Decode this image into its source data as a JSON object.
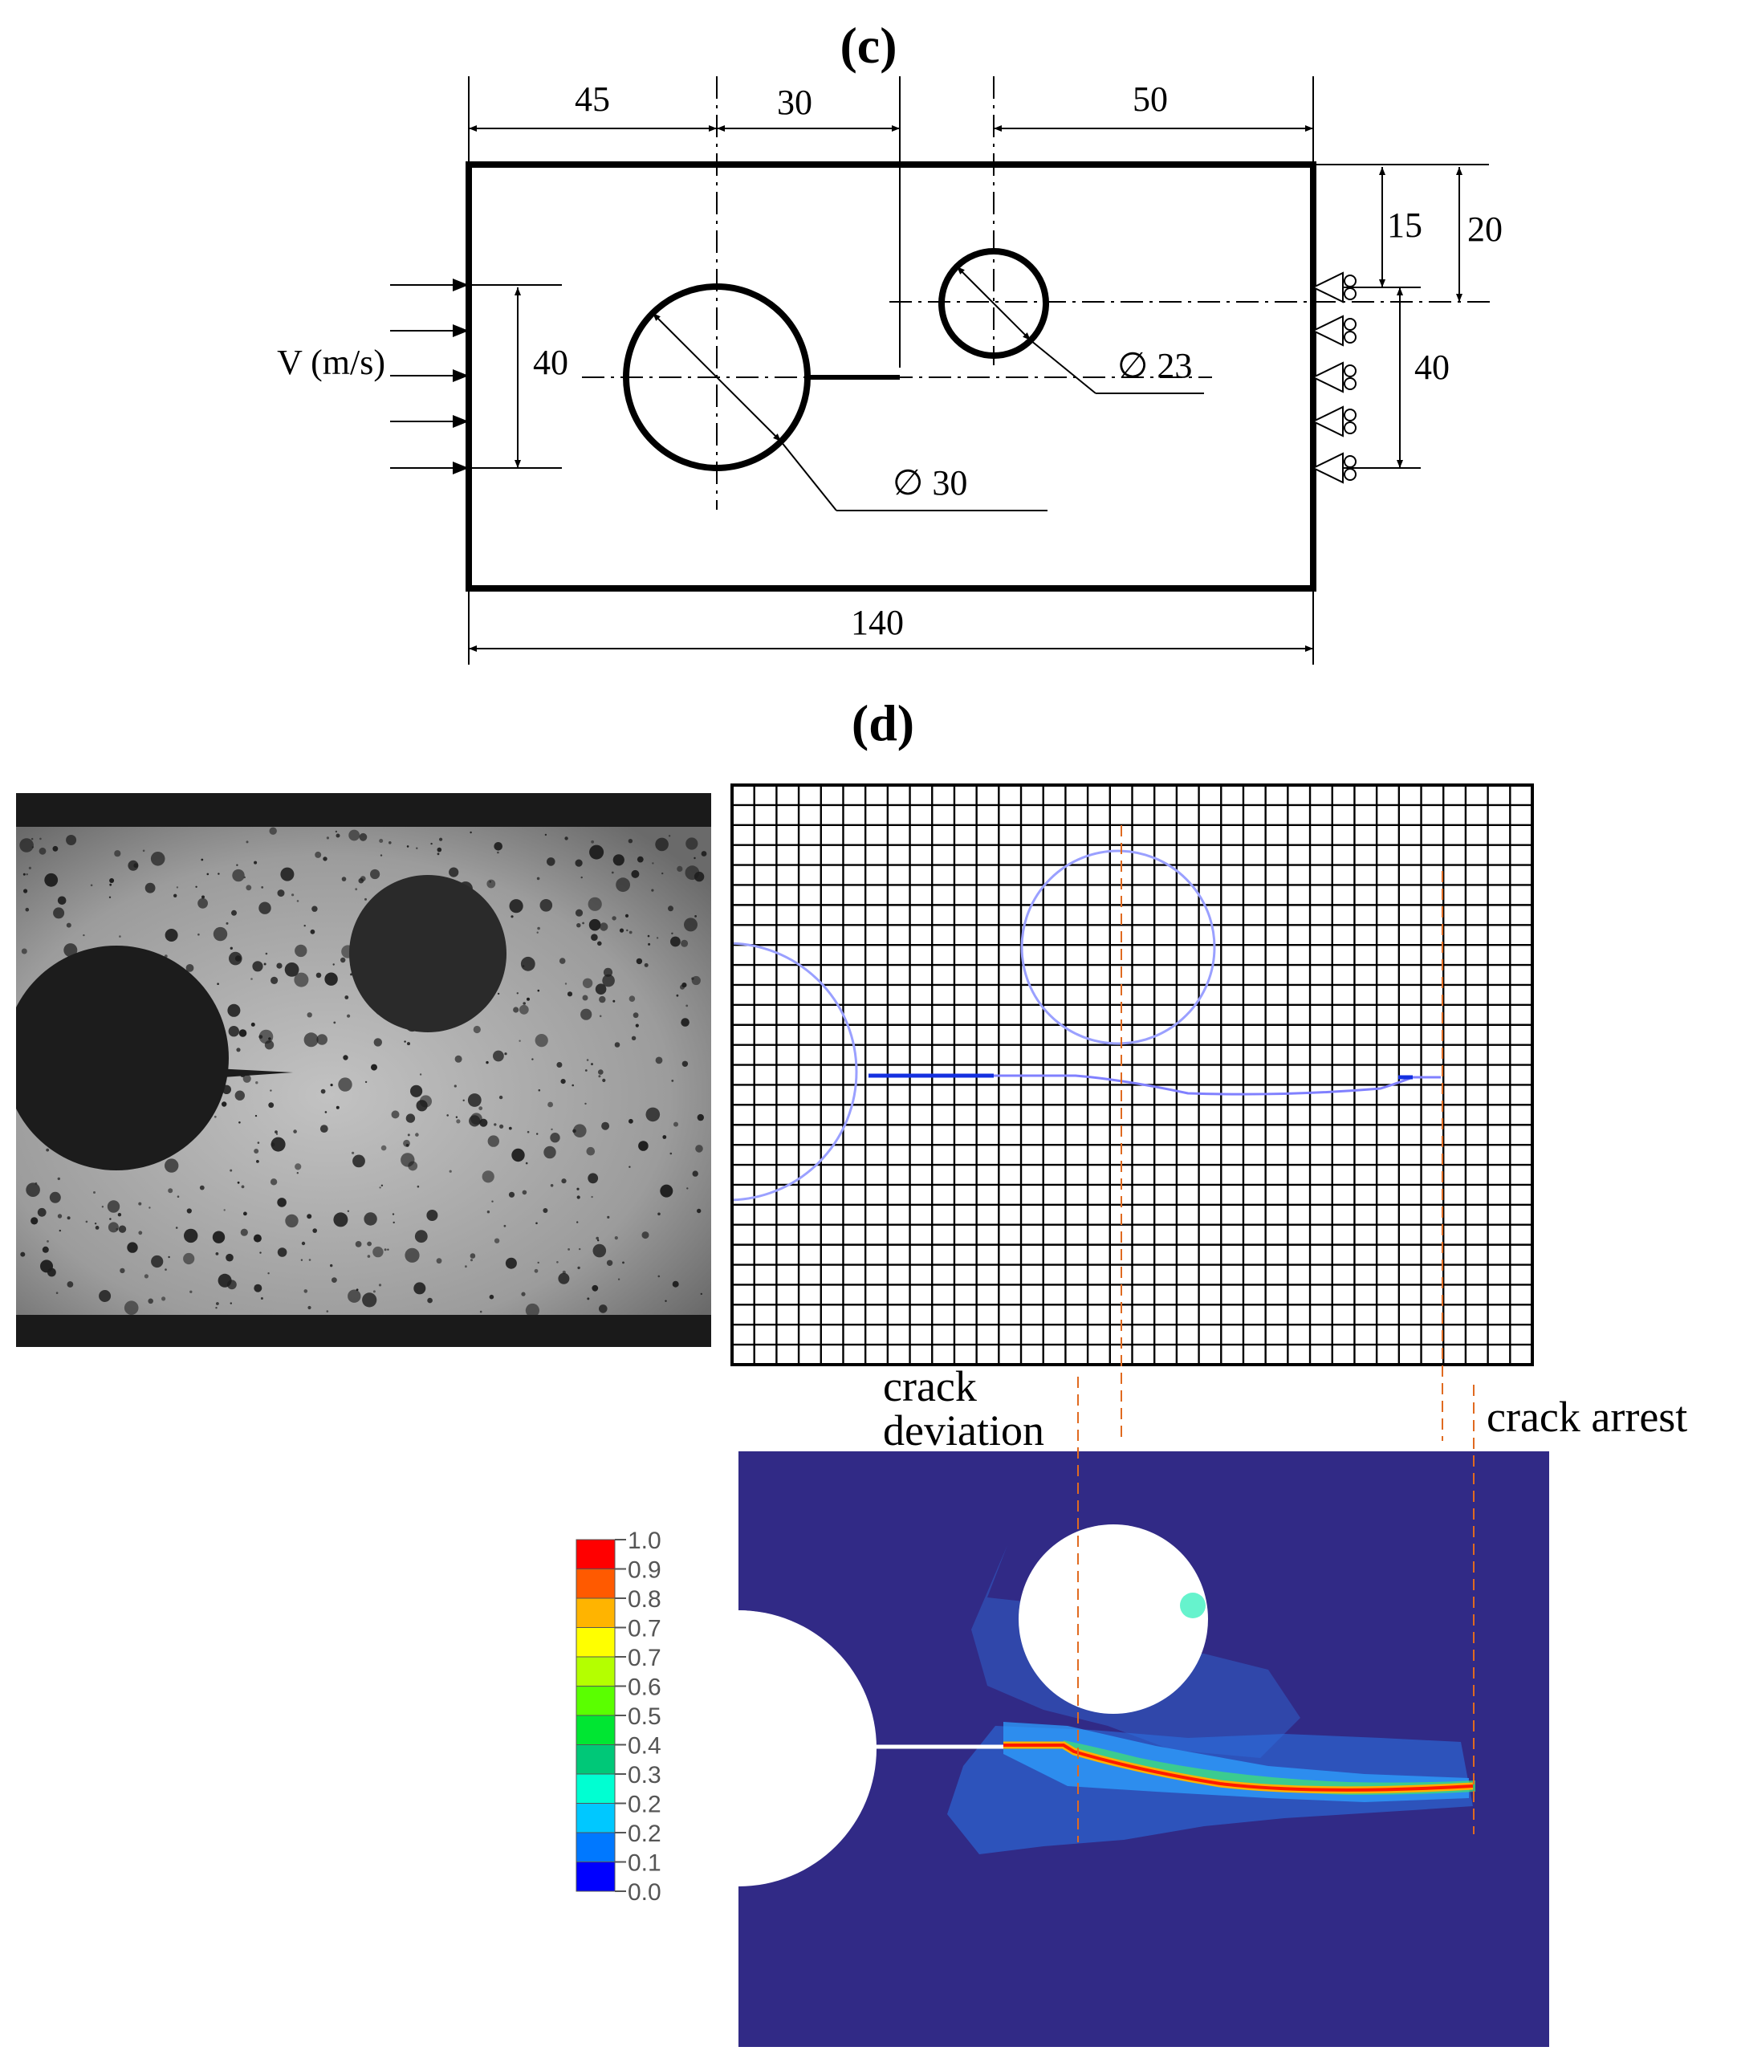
{
  "panel_c": {
    "label_open": "(",
    "label_letter": "c",
    "label_close": ")",
    "dimensions": {
      "left_to_center": "45",
      "center_to_notch": "30",
      "right_span": "50",
      "small_hole_top": "15",
      "notch_top": "20",
      "load_span": "40",
      "support_span": "40",
      "total_length": "140"
    },
    "velocity_label": "V (m/s)",
    "large_hole_diameter": "∅ 30",
    "small_hole_diameter": "∅ 23"
  },
  "panel_d": {
    "label_open": "(",
    "label_letter": "d",
    "label_close": ")",
    "annotation_left_line1": "crack",
    "annotation_left_line2": "deviation",
    "annotation_right": "crack arrest",
    "legend": {
      "ticks": [
        "1.0",
        "0.9",
        "0.8",
        "0.7",
        "0.7",
        "0.6",
        "0.5",
        "0.4",
        "0.3",
        "0.2",
        "0.2",
        "0.1",
        "0.0"
      ],
      "colors": [
        "#ff0000",
        "#ff5a00",
        "#ffb400",
        "#ffff00",
        "#b4ff00",
        "#5aff00",
        "#00e632",
        "#00c878",
        "#00ffd2",
        "#00c8ff",
        "#0078ff",
        "#0000ff"
      ]
    }
  }
}
